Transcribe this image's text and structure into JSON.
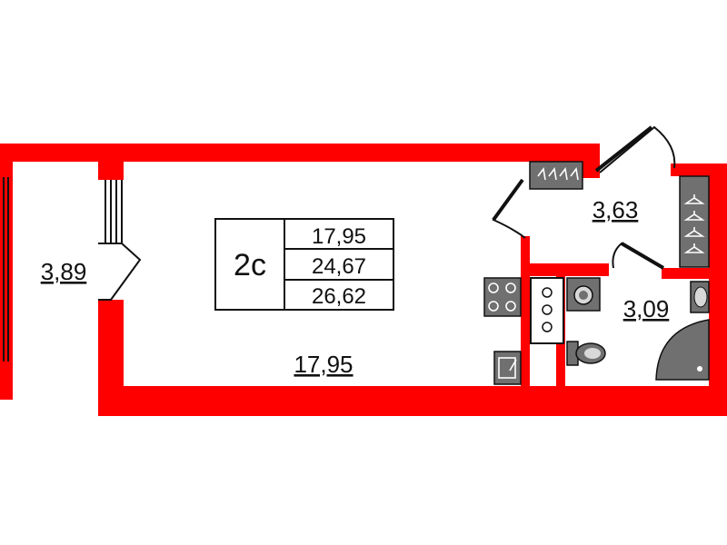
{
  "plan": {
    "type_code": "2с",
    "summary": {
      "living": "17,95",
      "total": "24,67",
      "total_with_balcony": "26,62"
    },
    "rooms": {
      "balcony": "3,89",
      "main_room": "17,95",
      "hall": "3,63",
      "bathroom": "3,09"
    }
  },
  "colors": {
    "wall": "#ff0000",
    "fixture": "#707070",
    "fixture_light": "#d8d8d8",
    "line": "#111111",
    "background": "#ffffff"
  },
  "icons": [
    "stove-icon",
    "sink-icon",
    "washing-machine-icon",
    "toilet-icon",
    "shower-icon",
    "wash-basin-icon",
    "wardrobe-icon",
    "shoe-rack-icon",
    "door-icon",
    "window-icon"
  ]
}
